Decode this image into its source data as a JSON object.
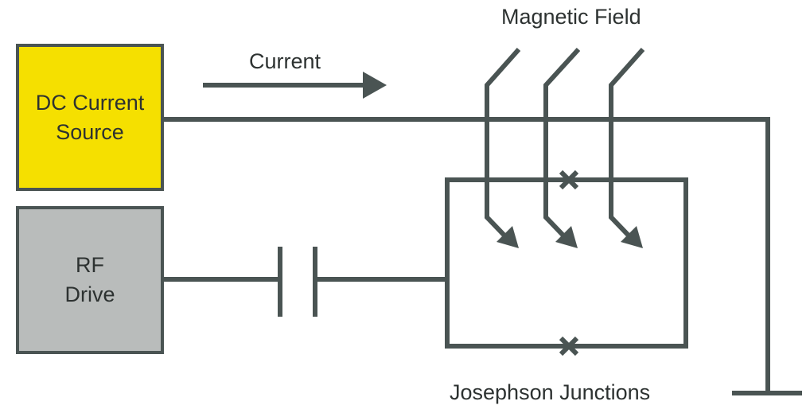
{
  "colors": {
    "wire": "#4a5453",
    "dc_source_fill": "#f5e000",
    "rf_drive_fill": "#b9bcbb",
    "text": "#2d3231"
  },
  "dc_source": {
    "line1": "DC Current",
    "line2": "Source"
  },
  "rf_drive": {
    "line1": "RF",
    "line2": "Drive"
  },
  "labels": {
    "current": "Current",
    "magnetic_field": "Magnetic Field",
    "josephson_junctions": "Josephson Junctions"
  },
  "icons": {
    "capacitor": "capacitor-icon",
    "junction": "josephson-junction-icon",
    "ground": "ground-icon",
    "current_arrow": "arrow-right-icon",
    "field_arrow": "field-arrow-icon"
  }
}
